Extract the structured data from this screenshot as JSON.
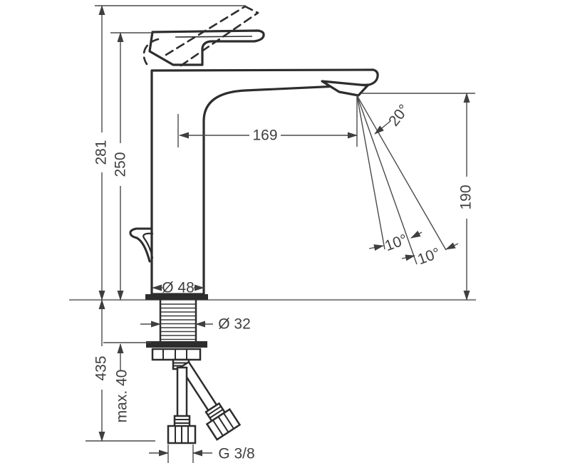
{
  "drawing": {
    "type": "technical-dimension-drawing",
    "subject": "single-lever basin mixer faucet, side view with mounting shank and supply hoses",
    "labels": {
      "height_overall": "281",
      "height_body": "250",
      "spout_reach": "169",
      "spout_angle": "20°",
      "outlet_height": "190",
      "spray_tolerance_left": "10°",
      "spray_tolerance_right": "10°",
      "base_diameter": "Ø 48",
      "shank_diameter": "Ø 32",
      "hose_length": "435",
      "max_mounting_thickness": "max. 40",
      "thread_size": "G 3/8"
    },
    "colors": {
      "background": "#ffffff",
      "outline": "#2d2d2d",
      "dimension_line": "#4a4a4a",
      "deck_line": "#8c8c8c",
      "text": "#3f3f3f"
    }
  }
}
